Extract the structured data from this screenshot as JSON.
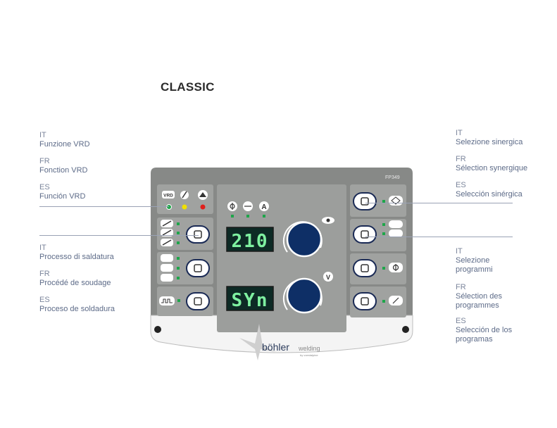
{
  "title": "CLASSIC",
  "panel": {
    "model_code": "FP349",
    "display_top": "210",
    "display_bottom": "SYn",
    "brand": "böhler",
    "brand_sub": "welding",
    "brand_tag": "by voestalpine",
    "vrd_label": "VRD",
    "amp_label": "A",
    "colors": {
      "panel_bg": "#8a8c8a",
      "section_bg": "#9d9f9d",
      "display_bg": "#0d2a25",
      "knob": "#0d2e63",
      "led_green": "#1ea64a",
      "led_yellow": "#f0e000",
      "led_red": "#e0201c"
    },
    "icons": [
      "vrd-icon",
      "electrode-icon",
      "tig-icon",
      "wire-icon",
      "current-icon",
      "arc-icon",
      "trigger-2t-icon",
      "trigger-4t-icon",
      "pulse-icon",
      "synergic-icon",
      "program-icon",
      "wire-diameter-icon",
      "gas-icon",
      "eye-icon",
      "volt-icon"
    ]
  },
  "callouts": {
    "left_top": [
      {
        "lang": "IT",
        "text": "Funzione VRD"
      },
      {
        "lang": "FR",
        "text": "Fonction VRD"
      },
      {
        "lang": "ES",
        "text": "Función VRD"
      }
    ],
    "left_mid": [
      {
        "lang": "IT",
        "text": "Processo di saldatura"
      },
      {
        "lang": "FR",
        "text": "Procédé de soudage"
      },
      {
        "lang": "ES",
        "text": "Proceso de soldadura"
      }
    ],
    "right_top": [
      {
        "lang": "IT",
        "text": "Selezione sinergica"
      },
      {
        "lang": "FR",
        "text": "Sélection synergique"
      },
      {
        "lang": "ES",
        "text": "Selección sinérgica"
      }
    ],
    "right_mid": [
      {
        "lang": "IT",
        "line1": "Selezione",
        "line2": "programmi"
      },
      {
        "lang": "FR",
        "line1": "Sélection des",
        "line2": "programmes"
      },
      {
        "lang": "ES",
        "line1": "Selección de los",
        "line2": "programas"
      }
    ]
  }
}
